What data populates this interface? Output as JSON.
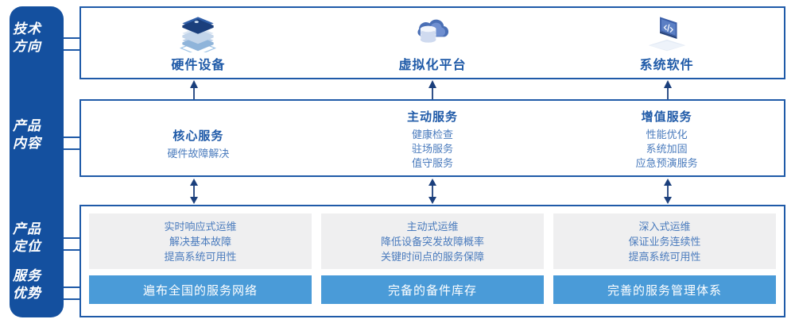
{
  "rail": {
    "labels": [
      {
        "name": "tech-direction",
        "text": "技术\n方向"
      },
      {
        "name": "product-content",
        "text": "产品\n内容"
      },
      {
        "name": "product-position",
        "text": "产品\n定位"
      },
      {
        "name": "service-advantage",
        "text": "服务\n优势"
      }
    ]
  },
  "tech": {
    "items": [
      {
        "icon": "server-stack-icon",
        "label": "硬件设备"
      },
      {
        "icon": "cloud-database-icon",
        "label": "虚拟化平台"
      },
      {
        "icon": "laptop-code-icon",
        "label": "系统软件"
      }
    ]
  },
  "content": {
    "columns": [
      {
        "title": "核心服务",
        "lines": [
          "硬件故障解决"
        ]
      },
      {
        "title": "主动服务",
        "lines": [
          "健康检查",
          "驻场服务",
          "值守服务"
        ]
      },
      {
        "title": "增值服务",
        "lines": [
          "性能优化",
          "系统加固",
          "应急预演服务"
        ]
      }
    ]
  },
  "positioning": {
    "boxes": [
      {
        "lines": [
          "实时响应式运维",
          "解决基本故障",
          "提高系统可用性"
        ]
      },
      {
        "lines": [
          "主动式运维",
          "降低设备突发故障概率",
          "关键时间点的服务保障"
        ]
      },
      {
        "lines": [
          "深入式运维",
          "保证业务连续性",
          "提高系统可用性"
        ]
      }
    ]
  },
  "advantages": {
    "bars": [
      {
        "label": "遍布全国的服务网络"
      },
      {
        "label": "完备的备件库存"
      },
      {
        "label": "完善的服务管理体系"
      }
    ]
  },
  "colors": {
    "rail_blue": "#14509f",
    "border_blue": "#1f5aa8",
    "text_blue": "#1f5aa8",
    "sub_blue": "#4a7bbd",
    "bar_blue": "#4a9bd8",
    "grey_box": "#efeff0",
    "white": "#ffffff"
  }
}
